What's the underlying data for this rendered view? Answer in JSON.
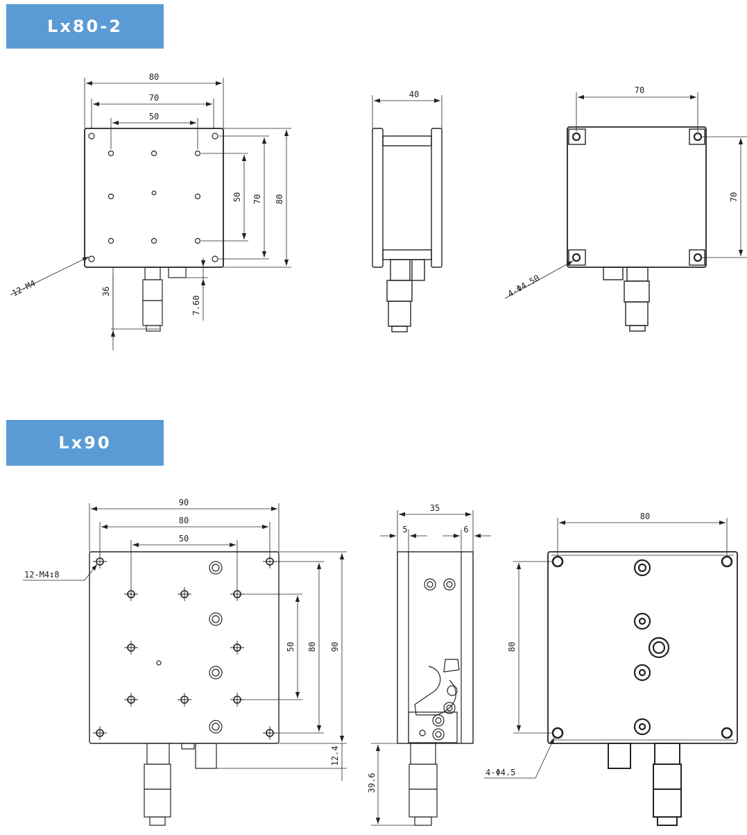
{
  "sections": [
    {
      "title": "Lx80-2"
    },
    {
      "title": "Lx90"
    }
  ],
  "lx80": {
    "top": {
      "w80": "80",
      "w70": "70",
      "w50": "50",
      "v50": "50",
      "v70": "70",
      "v80": "80",
      "v36": "36",
      "v760": "7.60",
      "holes": "12-M4"
    },
    "side": {
      "w40": "40"
    },
    "bottom": {
      "w70": "70",
      "v70": "70",
      "holes": "4-Φ4.50"
    }
  },
  "lx90": {
    "top": {
      "w90": "90",
      "w80": "80",
      "w50": "50",
      "v50": "50",
      "v80": "80",
      "v90": "90",
      "v124": "12.4",
      "holes": "12-M4↧8"
    },
    "side": {
      "w35": "35",
      "w5": "5",
      "w6": "6",
      "v396": "39.6"
    },
    "bottom": {
      "w80": "80",
      "v80": "80",
      "holes": "4-Φ4.5"
    }
  },
  "colors": {
    "tag": "#5b9bd5",
    "line": "#222222"
  }
}
